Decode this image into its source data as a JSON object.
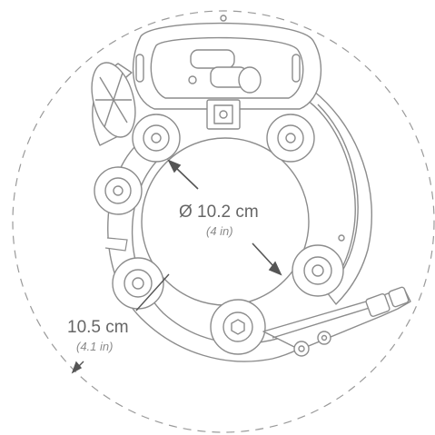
{
  "figure": {
    "inner_diameter": {
      "metric": "Ø 10.2 cm",
      "imperial": "(4 in)"
    },
    "outer_radius": {
      "metric": "10.5 cm",
      "imperial": "(4.1 in)"
    },
    "colors": {
      "line": "#8c8c8c",
      "dash": "#9a9a9a",
      "arrow": "#555555",
      "text": "#666666"
    }
  }
}
